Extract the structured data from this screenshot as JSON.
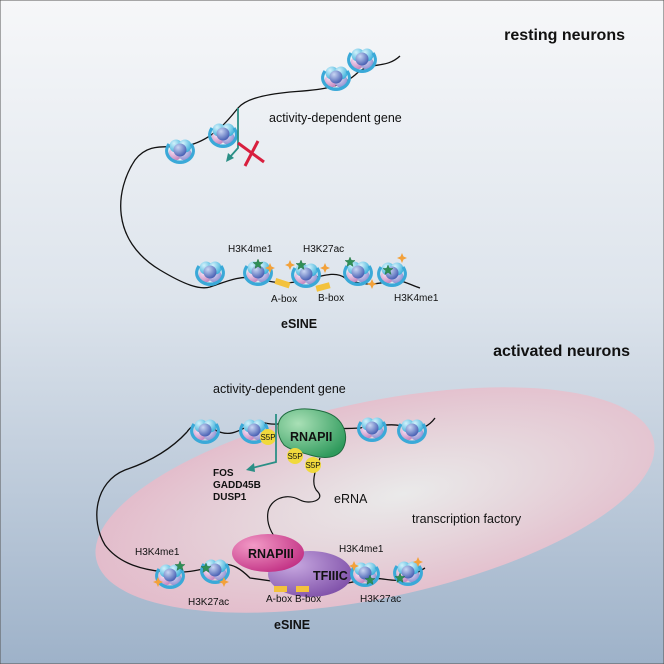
{
  "sections": {
    "resting_title": "resting neurons",
    "activated_title": "activated neurons"
  },
  "resting": {
    "gene_label": "activity-dependent gene",
    "mark_left": "H3K4me1",
    "mark_mid": "H3K27ac",
    "mark_right": "H3K4me1",
    "abox": "A-box",
    "bbox": "B-box",
    "element": "eSINE"
  },
  "activated": {
    "gene_label": "activity-dependent gene",
    "rnapii": "RNAPII",
    "s5p": "S5P",
    "genes": [
      "FOS",
      "GADD45B",
      "DUSP1"
    ],
    "erna": "eRNA",
    "factory": "transcription factory",
    "rnapiii": "RNAPIII",
    "tfiiic": "TFIIIC",
    "mark_left_top": "H3K4me1",
    "mark_left_bottom": "H3K27ac",
    "mark_right_top": "H3K4me1",
    "mark_right_bottom": "H3K27ac",
    "abox": "A-box",
    "bbox": "B-box",
    "element": "eSINE"
  },
  "colors": {
    "bg_top": "#f6f7f9",
    "bg_bottom": "#9eb2c9",
    "factory": "#e7c7d2",
    "rnapii": "#3fae6f",
    "rnapiii": "#cc3f8f",
    "tfiiic": "#9062b3",
    "s5p": "#f1d93c",
    "repress": "#d81f3e",
    "arrow": "#2b8f86",
    "mark_green": "#2f8f55",
    "mark_orange": "#f3a13a",
    "box_yellow": "#f3c23c"
  }
}
